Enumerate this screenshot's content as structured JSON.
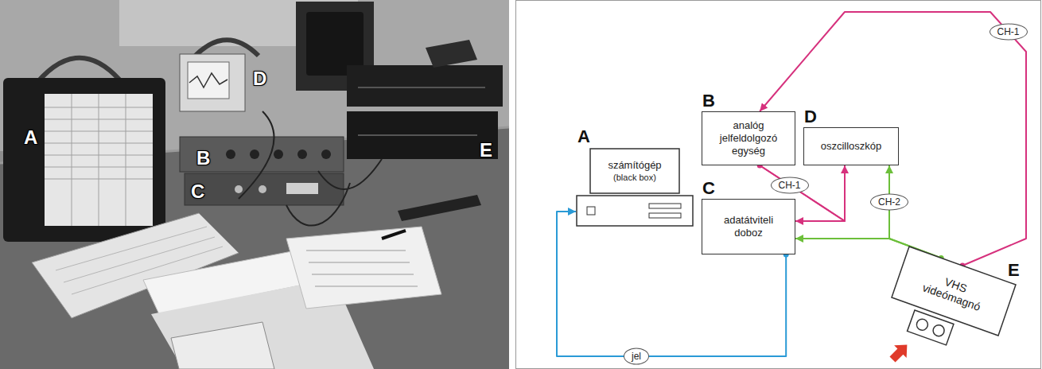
{
  "diagram": {
    "nodes": [
      {
        "text": [
          "A",
          "számítógép",
          "(black box)"
        ]
      },
      {
        "text": [
          "B",
          "analóg jelfeldolgozó egység"
        ]
      },
      {
        "text": [
          "C",
          "adatátviteli doboz"
        ]
      },
      {
        "text": [
          "D",
          "oszcilloszkóp"
        ]
      },
      {
        "text": [
          "E",
          "VHS videómagnó"
        ]
      }
    ],
    "edges": [
      {
        "from": 4,
        "to": 1,
        "arrow": "to",
        "label": "CH-1"
      },
      {
        "from": 1,
        "to": 2,
        "arrow": "to",
        "label": "CH-1"
      },
      {
        "from": 1,
        "to": 3,
        "arrow": "to"
      },
      {
        "from": 4,
        "to": 2,
        "arrow": "to"
      },
      {
        "from": 4,
        "to": 3,
        "arrow": "to",
        "label": "CH-2"
      },
      {
        "from": 2,
        "to": 0,
        "arrow": "to",
        "label": "jel"
      }
    ],
    "labels": [
      "A",
      "B",
      "C",
      "D",
      "E"
    ]
  }
}
